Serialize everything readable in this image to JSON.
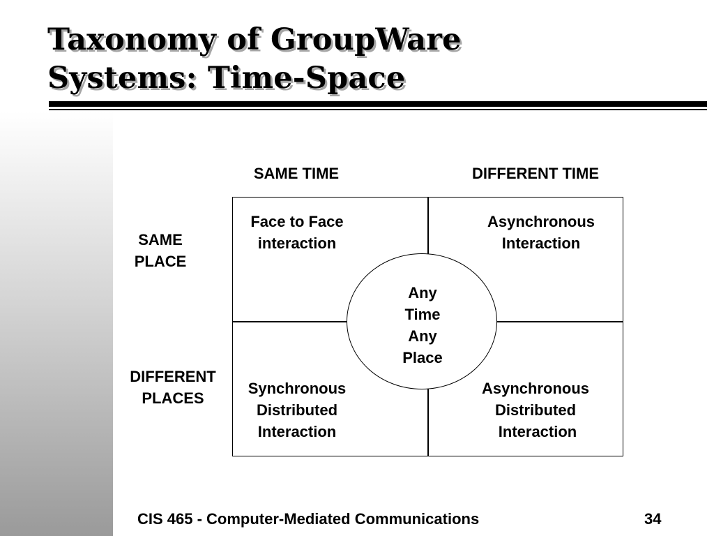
{
  "title": {
    "line1": "Taxonomy of GroupWare",
    "line2": "Systems: Time-Space"
  },
  "columns": {
    "same_time": "SAME TIME",
    "different_time": "DIFFERENT TIME"
  },
  "rows": {
    "same_place": {
      "line1": "SAME",
      "line2": "PLACE"
    },
    "different_places": {
      "line1": "DIFFERENT",
      "line2": "PLACES"
    }
  },
  "cells": {
    "same_time_same_place": {
      "line1": "Face to Face",
      "line2": "interaction"
    },
    "different_time_same_place": {
      "line1": "Asynchronous",
      "line2": "Interaction"
    },
    "same_time_different_places": {
      "line1": "Synchronous",
      "line2": "Distributed",
      "line3": "Interaction"
    },
    "different_time_different_places": {
      "line1": "Asynchronous",
      "line2": "Distributed",
      "line3": "Interaction"
    }
  },
  "center": {
    "line1": "Any",
    "line2": "Time",
    "line3": "Any",
    "line4": "Place"
  },
  "footer": {
    "course": "CIS 465 - Computer-Mediated Communications",
    "page_number": "34"
  }
}
